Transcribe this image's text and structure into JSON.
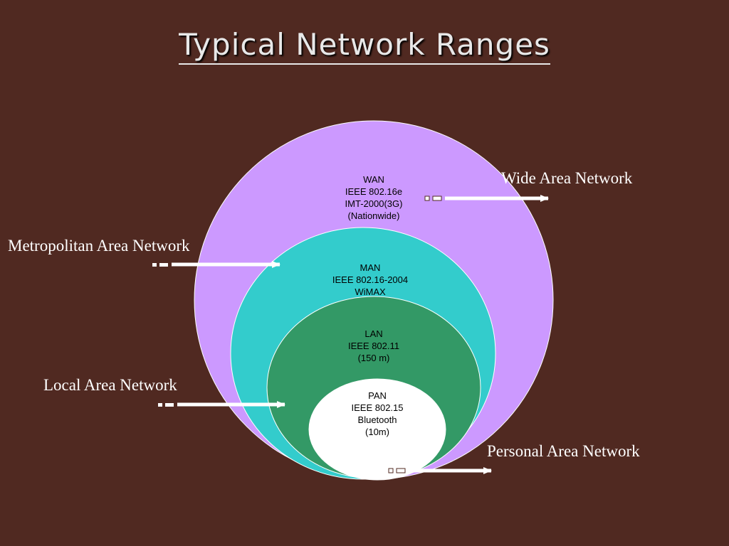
{
  "title": "Typical Network Ranges",
  "colors": {
    "background": "#502921",
    "wan": "#cc99ff",
    "man": "#33cccc",
    "lan": "#339966",
    "pan": "#ffffff"
  },
  "rings": {
    "wan": [
      "WAN",
      "IEEE 802.16e",
      "IMT-2000(3G)",
      "(Nationwide)"
    ],
    "man": [
      "MAN",
      "IEEE 802.16-2004",
      "WiMAX"
    ],
    "lan": [
      "LAN",
      "IEEE 802.11",
      "(150 m)"
    ],
    "pan": [
      "PAN",
      "IEEE 802.15",
      "Bluetooth",
      "(10m)"
    ]
  },
  "labels": {
    "wan": "Wide Area Network",
    "man": "Metropolitan Area Network",
    "lan": "Local Area Network",
    "pan": "Personal Area Network"
  }
}
